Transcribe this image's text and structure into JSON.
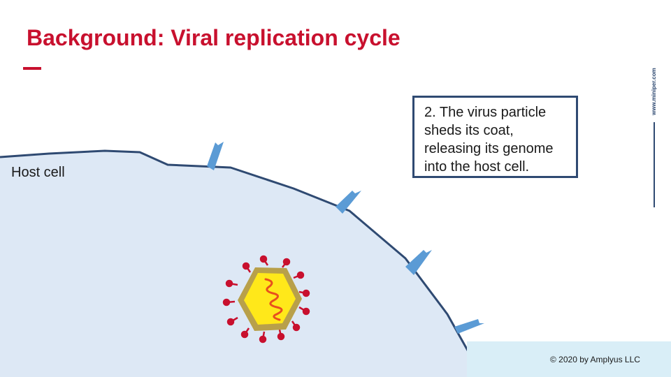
{
  "title": "Background: Viral replication cycle",
  "host_cell_label": "Host cell",
  "callout": {
    "lines": [
      "2. The virus particle",
      "sheds its coat,",
      "releasing its genome",
      "into the host cell."
    ]
  },
  "footer": {
    "copyright": "© 2020 by Amplyus LLC"
  },
  "brand_watermark": "www.miniper.com",
  "colors": {
    "title": "#c8102e",
    "cell_fill": "#dde8f5",
    "membrane": "#2f4a72",
    "receptor": "#5b9bd5",
    "capsid_outer": "#b8a04a",
    "capsid_inner": "#ffe81a",
    "spike": "#c8102e",
    "genome": "#e8501e",
    "footer_band": "#d9eef7"
  }
}
